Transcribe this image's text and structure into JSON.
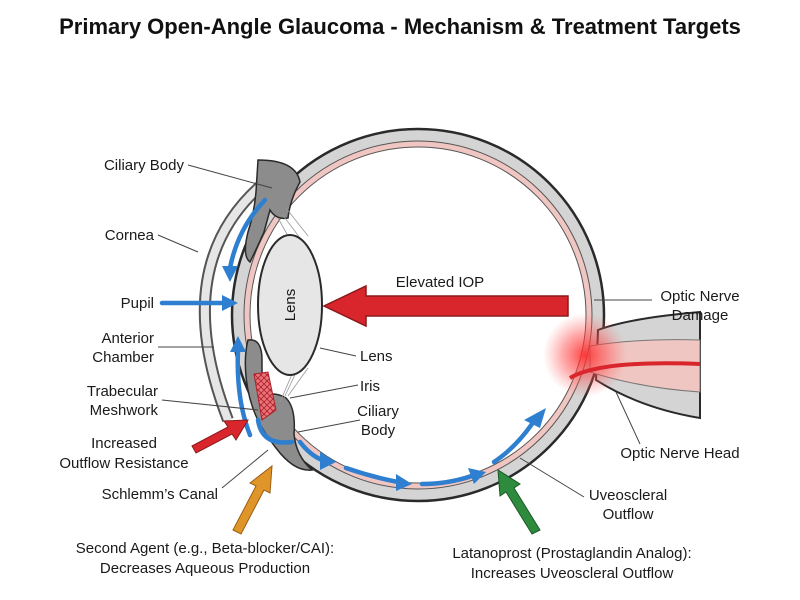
{
  "title": "Primary Open-Angle Glaucoma - Mechanism & Treatment Targets",
  "labels": {
    "ciliary_body_top": "Ciliary Body",
    "cornea": "Cornea",
    "pupil": "Pupil",
    "anterior_chamber_1": "Anterior",
    "anterior_chamber_2": "Chamber",
    "trabecular_1": "Trabecular",
    "trabecular_2": "Meshwork",
    "increased_1": "Increased",
    "increased_2": "Outflow Resistance",
    "schlemm": "Schlemm’s Canal",
    "lens_inside": "Lens",
    "lens_right": "Lens",
    "iris": "Iris",
    "ciliary_body_low_1": "Ciliary",
    "ciliary_body_low_2": "Body",
    "elevated_iop": "Elevated IOP",
    "optic_damage_1": "Optic Nerve",
    "optic_damage_2": "Damage",
    "optic_head": "Optic Nerve Head",
    "uveoscleral_1": "Uveoscleral",
    "uveoscleral_2": "Outflow"
  },
  "treatments": {
    "second_agent": {
      "line1": "Second Agent (e.g., Beta-blocker/CAI):",
      "line2": "Decreases Aqueous Production",
      "color": "#e0952a"
    },
    "latanoprost": {
      "line1": "Latanoprost (Prostaglandin Analog):",
      "line2": "Increases Uveoscleral Outflow",
      "color": "#2e8b3e"
    }
  },
  "colors": {
    "flow_arrow": "#2f7fd0",
    "pressure_arrow": "#d9262c",
    "sclera_fill": "#d4d4d4",
    "choroid": "#f0c6c2",
    "ciliary_tissue": "#8c8c8c",
    "lens_fill": "#e6e6e6"
  },
  "icons": {
    "flow": "aqueous-flow-arrow-icon",
    "pressure": "pressure-arrow-icon",
    "drug": "drug-target-arrow-icon"
  }
}
